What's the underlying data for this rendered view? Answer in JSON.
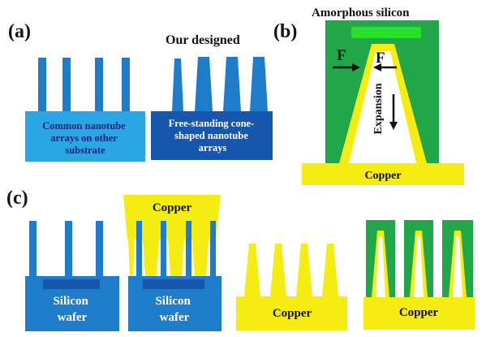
{
  "panels": {
    "a": {
      "letter": "(a)",
      "heading": "Our designed",
      "left_caption": [
        "Common nanotube",
        "arrays on other",
        "substrate"
      ],
      "right_caption": [
        "Free-standing cone-",
        "shaped nanotube",
        "arrays"
      ]
    },
    "b": {
      "letter": "(b)",
      "title": "Amorphous silicon",
      "force_left": "F",
      "force_right": "F",
      "expansion": "Expansion",
      "base": "Copper"
    },
    "c": {
      "letter": "(c)",
      "step1_substrate": [
        "Silicon",
        "wafer"
      ],
      "step2_cap": "Copper",
      "step2_substrate": [
        "Silicon",
        "wafer"
      ],
      "step3_base": "Copper",
      "step4_base": "Copper"
    }
  },
  "colors": {
    "blue_light": "#2aa6e4",
    "blue_mid": "#1f7ccb",
    "blue_dark": "#1657ad",
    "yellow": "#f5ec12",
    "green": "#22a64a",
    "green_bright": "#27e02a",
    "text_dark": "#111111",
    "text_light": "#ffffff"
  }
}
